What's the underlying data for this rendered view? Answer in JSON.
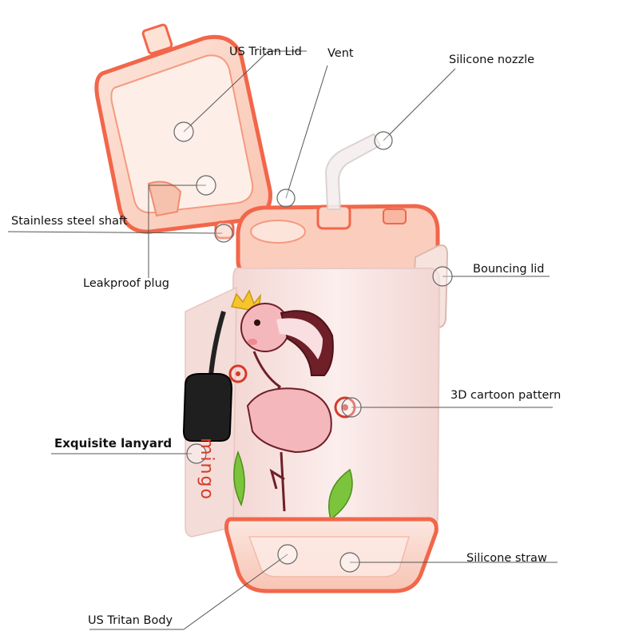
{
  "callouts": {
    "us_tritan_lid": "US Tritan Lid",
    "vent": "Vent",
    "silicone_nozzle": "Silicone nozzle",
    "stainless_steel_shaft": "Stainless steel shaft",
    "leakproof_plug": "Leakproof plug",
    "bouncing_lid": "Bouncing lid",
    "cartoon_pattern": "3D cartoon pattern",
    "exquisite_lanyard": "Exquisite lanyard",
    "silicone_straw": "Silicone straw",
    "us_tritan_body": "US Tritan Body"
  },
  "product": {
    "body_print": "mingo"
  },
  "colors": {
    "lid_orange": "#f2664a",
    "lid_tint": "#fbd6c6",
    "body_pink": "#f8e4e1",
    "flamingo_pink": "#f4b8bc",
    "flamingo_dark": "#6e1f28",
    "lanyard": "#222222",
    "leaf_green": "#7cc43c",
    "sun_red": "#d53a2a"
  }
}
